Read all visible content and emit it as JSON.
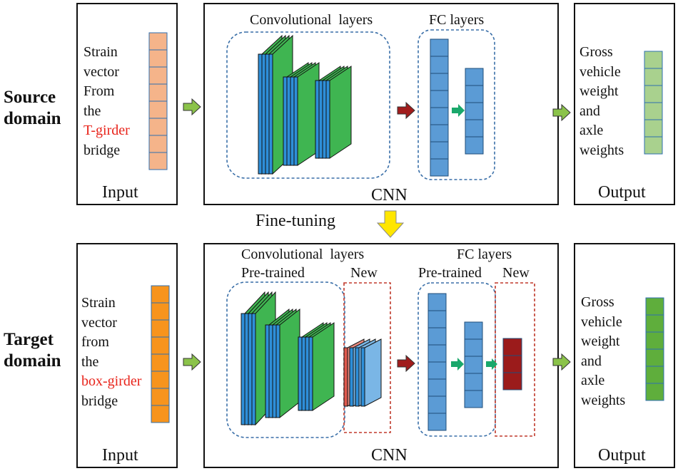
{
  "diagram": {
    "source": {
      "domain_label": [
        "Source",
        "domain"
      ],
      "input_text": [
        "Strain",
        "vector",
        "From",
        "the",
        "T-girder",
        "bridge"
      ],
      "input_caption": "Input",
      "conv_header": "Convolutional  layers",
      "fc_header": "FC layers",
      "cnn_caption": "CNN",
      "output_text": [
        "Gross",
        "vehicle",
        "weight",
        "and",
        "axle",
        "weights"
      ],
      "output_caption": "Output"
    },
    "fine_tuning_label": "Fine-tuning",
    "target": {
      "domain_label": [
        "Target",
        "domain"
      ],
      "input_text": [
        "Strain",
        "vector",
        "from",
        "the",
        "box-girder",
        "bridge"
      ],
      "input_caption": "Input",
      "conv_header": "Convolutional  layers",
      "conv_pretrained": "Pre-trained",
      "conv_new": "New",
      "fc_header": "FC layers",
      "fc_pretrained": "Pre-trained",
      "fc_new": "New",
      "cnn_caption": "CNN",
      "output_text": [
        "Gross",
        "vehicle",
        "weight",
        "and",
        "axle",
        "weights"
      ],
      "output_caption": "Output"
    },
    "highlight_color": "#e8231a",
    "colors": {
      "source_input": "#f5b48a",
      "target_input": "#f7941d",
      "conv_green": "#3fb551",
      "conv_blue": "#2e8fd9",
      "fc_blue": "#5b9bd5",
      "new_red": "#9b1b1b",
      "source_output": "#a9d18e",
      "target_output": "#5fae3c",
      "arrow_green": "#8bc34a",
      "arrow_red": "#a11c1c",
      "arrow_yellow": "#ffe600"
    }
  }
}
